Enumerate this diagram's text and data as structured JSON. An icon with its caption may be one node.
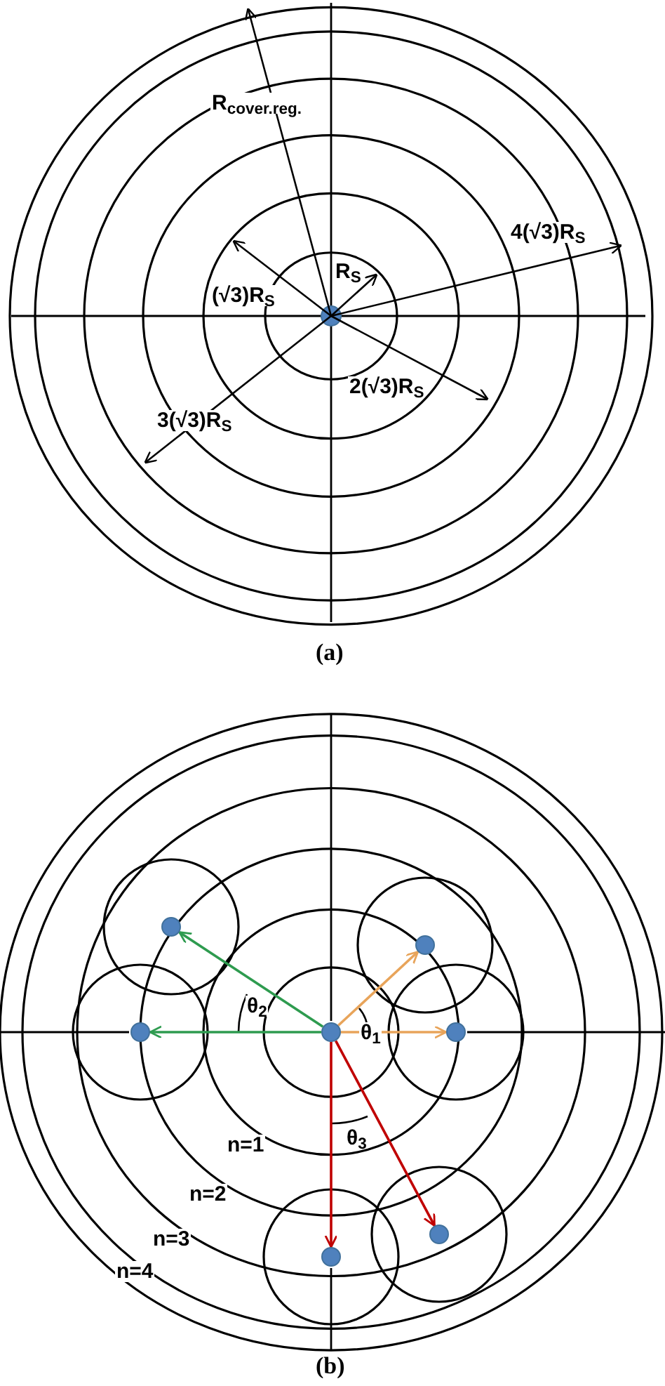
{
  "diagram": {
    "nodes": [
      {
        "text": [],
        "shape": "circle"
      },
      {
        "text": [],
        "shape": "circle"
      },
      {
        "text": [],
        "shape": "circle"
      },
      {
        "text": [],
        "shape": "circle"
      },
      {
        "text": [],
        "shape": "circle"
      },
      {
        "text": [],
        "shape": "circle"
      },
      {
        "text": [],
        "shape": "circle"
      }
    ],
    "edges": [
      {
        "from": 3,
        "to": 1,
        "arrow": "to",
        "color": "#e8a45a"
      },
      {
        "from": 3,
        "to": 4,
        "arrow": "to",
        "color": "#e8a45a"
      },
      {
        "from": 3,
        "to": 0,
        "arrow": "to",
        "color": "#2e9b4f"
      },
      {
        "from": 3,
        "to": 2,
        "arrow": "to",
        "color": "#2e9b4f"
      },
      {
        "from": 3,
        "to": 6,
        "arrow": "to",
        "color": "#c00000"
      },
      {
        "from": 3,
        "to": 5,
        "arrow": "to",
        "color": "#c00000"
      }
    ],
    "labels": [
      "R$_{cover.reg.}$",
      "4(√3)R$_{S}$",
      "R$_{S}$",
      "(√3)R$_{S}$",
      "2(√3)R$_{S}$",
      "3(√3)R$_{S}$",
      "(a)",
      "θ$_{2}$",
      "θ$_{1}$",
      "θ$_{3}$",
      "n=1",
      "n=2",
      "n=3",
      "n=4",
      "(b)"
    ]
  }
}
